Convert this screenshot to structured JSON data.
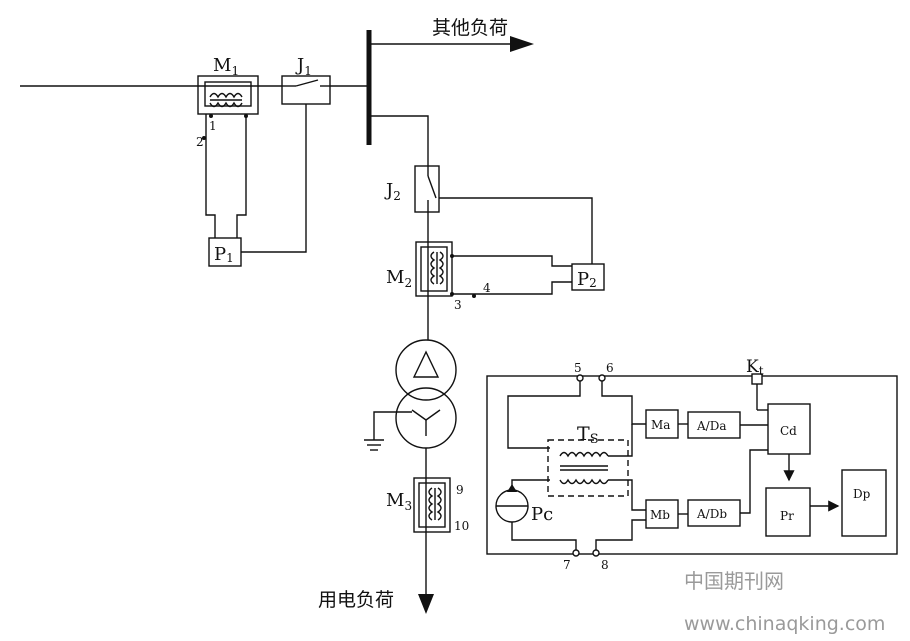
{
  "labels": {
    "other_load": "其他负荷",
    "user_load": "用电负荷",
    "m1_main": "M",
    "m1_sub": "1",
    "j1_main": "J",
    "j1_sub": "1",
    "j2_main": "J",
    "j2_sub": "2",
    "m2_main": "M",
    "m2_sub": "2",
    "m3_main": "M",
    "m3_sub": "3",
    "p1_main": "P",
    "p1_sub": "1",
    "p2_main": "P",
    "p2_sub": "2",
    "ts_main": "T",
    "ts_sub": "S",
    "kt_main": "K",
    "kt_sub": "t",
    "ma": "Ma",
    "mb": "Mb",
    "ada": "A/Da",
    "adb": "A/Db",
    "cd": "Cd",
    "pr": "Pr",
    "dp": "Dp",
    "pc": "Pc",
    "n1": "1",
    "n2": "2",
    "n3": "3",
    "n4": "4",
    "n5": "5",
    "n6": "6",
    "n7": "7",
    "n8": "8",
    "n9": "9",
    "n10": "10"
  },
  "watermark": {
    "cn": "中国期刊网",
    "url": "www.chinaqking.com"
  },
  "colors": {
    "line": "#111111",
    "watermark": "#9a9a9a"
  }
}
